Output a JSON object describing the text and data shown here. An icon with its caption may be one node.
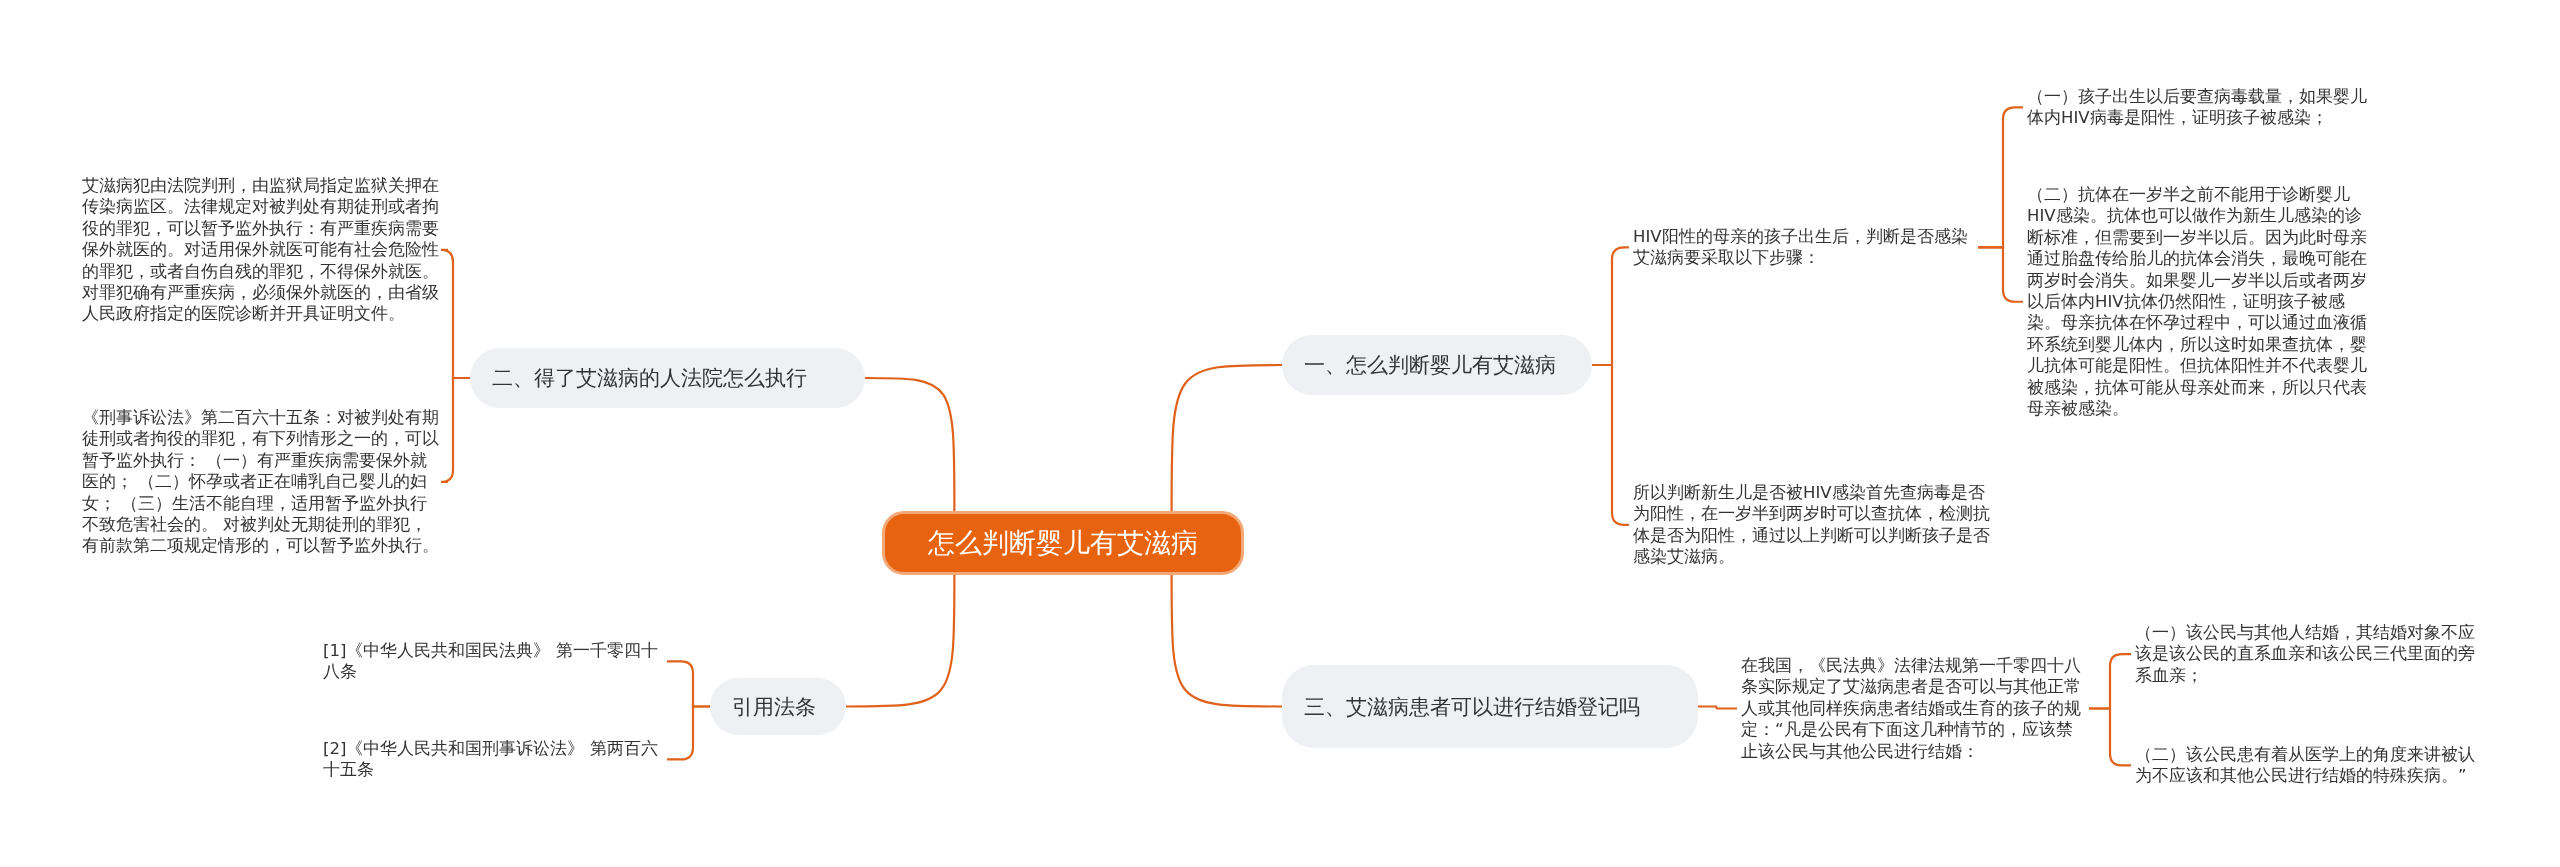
{
  "diagram": {
    "nodes": [
      {
        "text": [
          "怎么判断婴儿有艾滋病"
        ]
      },
      {
        "text": [
          "一、怎么判断婴儿有艾滋病"
        ]
      },
      {
        "text": [
          "HIV阳性的母亲的孩子出生后，判断是否感染艾滋病要采取以下步骤："
        ]
      },
      {
        "text": [
          "（一）孩子出生以后要查病毒载量，如果婴儿体内HIV病毒是阳性，证明孩子被感染；"
        ]
      },
      {
        "text": [
          "（二）抗体在一岁半之前不能用于诊断婴儿HIV感染。抗体也可以做作为新生儿感染的诊断标准，但需要到一岁半以后。因为此时母亲通过胎盘传给胎儿的抗体会消失，最晚可能在两岁时会消失。如果婴儿一岁半以后或者两岁以后体内HIV抗体仍然阳性，证明孩子被感染。母亲抗体在怀孕过程中，可以通过血液循环系统到婴儿体内，所以这时如果查抗体，婴儿抗体可能是阳性。但抗体阳性并不代表婴儿被感染，抗体可能从母亲处而来，所以只代表母亲被感染。"
        ]
      },
      {
        "text": [
          "所以判断新生儿是否被HIV感染首先查病毒是否为阳性，在一岁半到两岁时可以查抗体，检测抗体是否为阳性，通过以上判断可以判断孩子是否感染艾滋病。"
        ]
      },
      {
        "text": [
          "三、艾滋病患者可以进行结婚登记吗"
        ]
      },
      {
        "text": [
          "在我国，《民法典》法律法规第一千零四十八条实际规定了艾滋病患者是否可以与其他正常人或其他同样疾病患者结婚或生育的孩子的规定：“凡是公民有下面这几种情节的，应该禁止该公民与其他公民进行结婚："
        ]
      },
      {
        "text": [
          "（一）该公民与其他人结婚，其结婚对象不应该是该公民的直系血亲和该公民三代里面的旁系血亲；"
        ]
      },
      {
        "text": [
          "（二）该公民患有着从医学上的角度来讲被认为不应该和其他公民进行结婚的特殊疾病。”"
        ]
      },
      {
        "text": [
          "二、得了艾滋病的人法院怎么执行"
        ]
      },
      {
        "text": [
          "艾滋病犯由法院判刑，由监狱局指定监狱关押在传染病监区。法律规定对被判处有期徒刑或者拘役的罪犯，可以暂予监外执行：有严重疾病需要保外就医的。对适用保外就医可能有社会危险性的罪犯，或者自伤自残的罪犯，不得保外就医。对罪犯确有严重疾病，必须保外就医的，由省级人民政府指定的医院诊断并开具证明文件。"
        ]
      },
      {
        "text": [
          "《刑事诉讼法》第二百六十五条：对被判处有期徒刑或者拘役的罪犯，有下列情形之一的，可以暂予监外执行：  （一）有严重疾病需要保外就医的；  （二）怀孕或者正在哺乳自己婴儿的妇女；  （三）生活不能自理，适用暂予监外执行不致危害社会的。 对被判处无期徒刑的罪犯，有前款第二项规定情形的，可以暂予监外执行。"
        ]
      },
      {
        "text": [
          "引用法条"
        ]
      },
      {
        "text": [
          "[1]《中华人民共和国民法典》 第一千零四十八条"
        ]
      },
      {
        "text": [
          "[2]《中华人民共和国刑事诉讼法》 第两百六十五条"
        ]
      }
    ],
    "edges": [
      {
        "from": 0,
        "to": 1,
        "arrow": "none"
      },
      {
        "from": 1,
        "to": 2,
        "arrow": "none"
      },
      {
        "from": 2,
        "to": 3,
        "arrow": "none"
      },
      {
        "from": 2,
        "to": 4,
        "arrow": "none"
      },
      {
        "from": 1,
        "to": 5,
        "arrow": "none"
      },
      {
        "from": 0,
        "to": 6,
        "arrow": "none"
      },
      {
        "from": 6,
        "to": 7,
        "arrow": "none"
      },
      {
        "from": 7,
        "to": 8,
        "arrow": "none"
      },
      {
        "from": 7,
        "to": 9,
        "arrow": "none"
      },
      {
        "from": 0,
        "to": 10,
        "arrow": "none"
      },
      {
        "from": 10,
        "to": 11,
        "arrow": "none"
      },
      {
        "from": 10,
        "to": 12,
        "arrow": "none"
      },
      {
        "from": 0,
        "to": 13,
        "arrow": "none"
      },
      {
        "from": 13,
        "to": 14,
        "arrow": "none"
      },
      {
        "from": 13,
        "to": 15,
        "arrow": "none"
      }
    ]
  }
}
